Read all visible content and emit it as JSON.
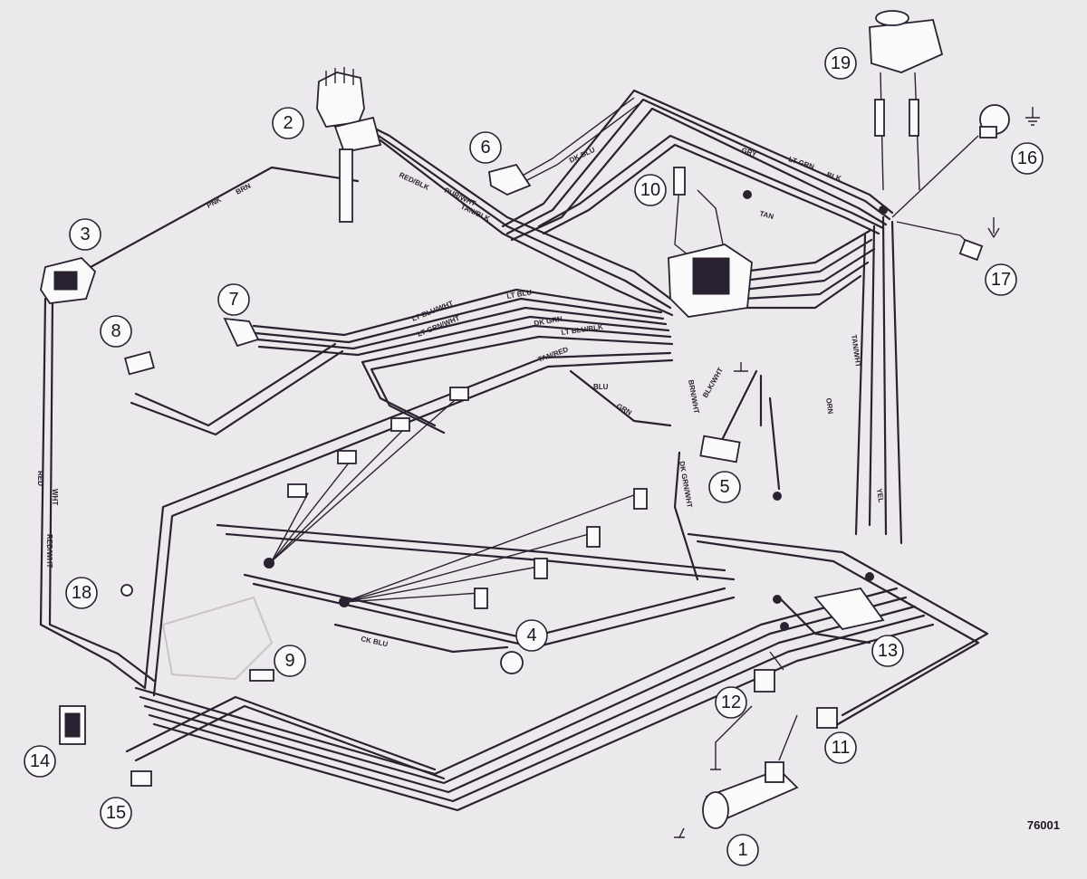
{
  "callouts": {
    "c1": "1",
    "c2": "2",
    "c3": "3",
    "c4": "4",
    "c5": "5",
    "c6": "6",
    "c7": "7",
    "c8": "8",
    "c9": "9",
    "c10": "10",
    "c11": "11",
    "c12": "12",
    "c13": "13",
    "c14": "14",
    "c15": "15",
    "c16": "16",
    "c17": "17",
    "c18": "18",
    "c19": "19"
  },
  "wire_labels": {
    "gry": "GRY",
    "blk": "BLK",
    "lt_grn": "LT GRN",
    "dk_blu": "DK BLU",
    "tan": "TAN",
    "red_blk": "RED/BLK",
    "pur_wht": "PUR/WHT",
    "tan_blk": "TAN/BLK",
    "pnk": "PNK",
    "brn": "BRN",
    "lt_blu_wht": "LT BLU/WHT",
    "lt_grn_wht": "LT GRN/WHT",
    "dk_grn": "DK GRN",
    "lt_blu": "LT BLU",
    "red": "RED",
    "wht": "WHT",
    "yel": "YEL",
    "orn": "ORN",
    "blu": "BLU",
    "tan_wht": "TAN/WHT",
    "red_wht": "RED/WHT",
    "blk_wht": "BLK/WHT",
    "brn_wht": "BRN/WHT",
    "dk_grn_wht": "DK GRN/WHT",
    "tan_red": "TAN/RED",
    "ck_blu": "CK BLU",
    "grn": "GRN",
    "lt_blu_blk": "LT BLU/BLK"
  },
  "figure_number": "76001"
}
